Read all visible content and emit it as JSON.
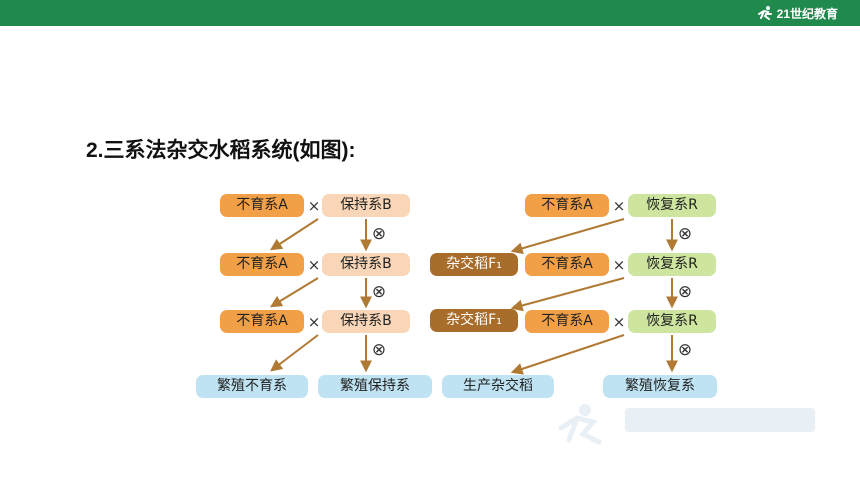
{
  "header": {
    "logo_text": "21世纪教育",
    "logo_icon": "running-figure-icon",
    "bar_color": "#1f8a4c"
  },
  "title": "2.三系法杂交水稻系统(如图):",
  "symbols": {
    "cross": "×",
    "self": "⊗"
  },
  "left": {
    "rows": [
      {
        "sterile": "不育系A",
        "maintainer": "保持系B"
      },
      {
        "sterile": "不育系A",
        "maintainer": "保持系B"
      },
      {
        "sterile": "不育系A",
        "maintainer": "保持系B"
      }
    ],
    "results": {
      "sterile": "繁殖不育系",
      "maintainer": "繁殖保持系"
    }
  },
  "right": {
    "rows": [
      {
        "sterile": "不育系A",
        "restorer": "恢复系R"
      },
      {
        "hybrid": "杂交稻F₁",
        "sterile": "不育系A",
        "restorer": "恢复系R"
      },
      {
        "hybrid": "杂交稻F₁",
        "sterile": "不育系A",
        "restorer": "恢复系R"
      }
    ],
    "results": {
      "hybrid": "生产杂交稻",
      "restorer": "繁殖恢复系"
    }
  },
  "colors": {
    "sterile": "#f2a048",
    "maintainer": "#f9d6b7",
    "restorer": "#cde59f",
    "hybrid": "#a86d2a",
    "result": "#bfe3f2",
    "arrow": "#b07a34"
  }
}
